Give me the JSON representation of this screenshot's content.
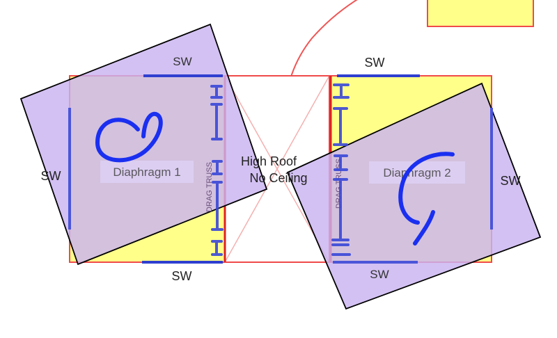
{
  "diagram": {
    "labels": {
      "sw_top_left": "SW",
      "sw_left": "SW",
      "sw_bottom_left": "SW",
      "sw_top_right": "SW",
      "sw_right": "SW",
      "sw_bottom_right": "SW",
      "diaphragm_1": "Diaphragm 1",
      "diaphragm_2": "Diaphragm 2",
      "high_roof_line1": "High Roof",
      "high_roof_line2": "No Ceiling",
      "drag_truss_1": "DRAG TRUSS",
      "drag_truss_2": "DRAG TRUSS"
    },
    "colors": {
      "outline_red": "#ef4a4a",
      "fill_yellow": "#ffff8a",
      "fill_lavender": "#c9b3f0",
      "diaphragm_fill": "#d8c8f0",
      "shear_wall_blue": "#2f3fd0",
      "annotation_blue": "#1a2ff0",
      "rotated_outline": "#000000"
    },
    "icons": {
      "rotation_left": "counterclockwise-rotation-arrow-icon",
      "rotation_right": "clockwise-rotation-arrow-icon",
      "truss_markers": "i-beam-marker-icon"
    }
  }
}
